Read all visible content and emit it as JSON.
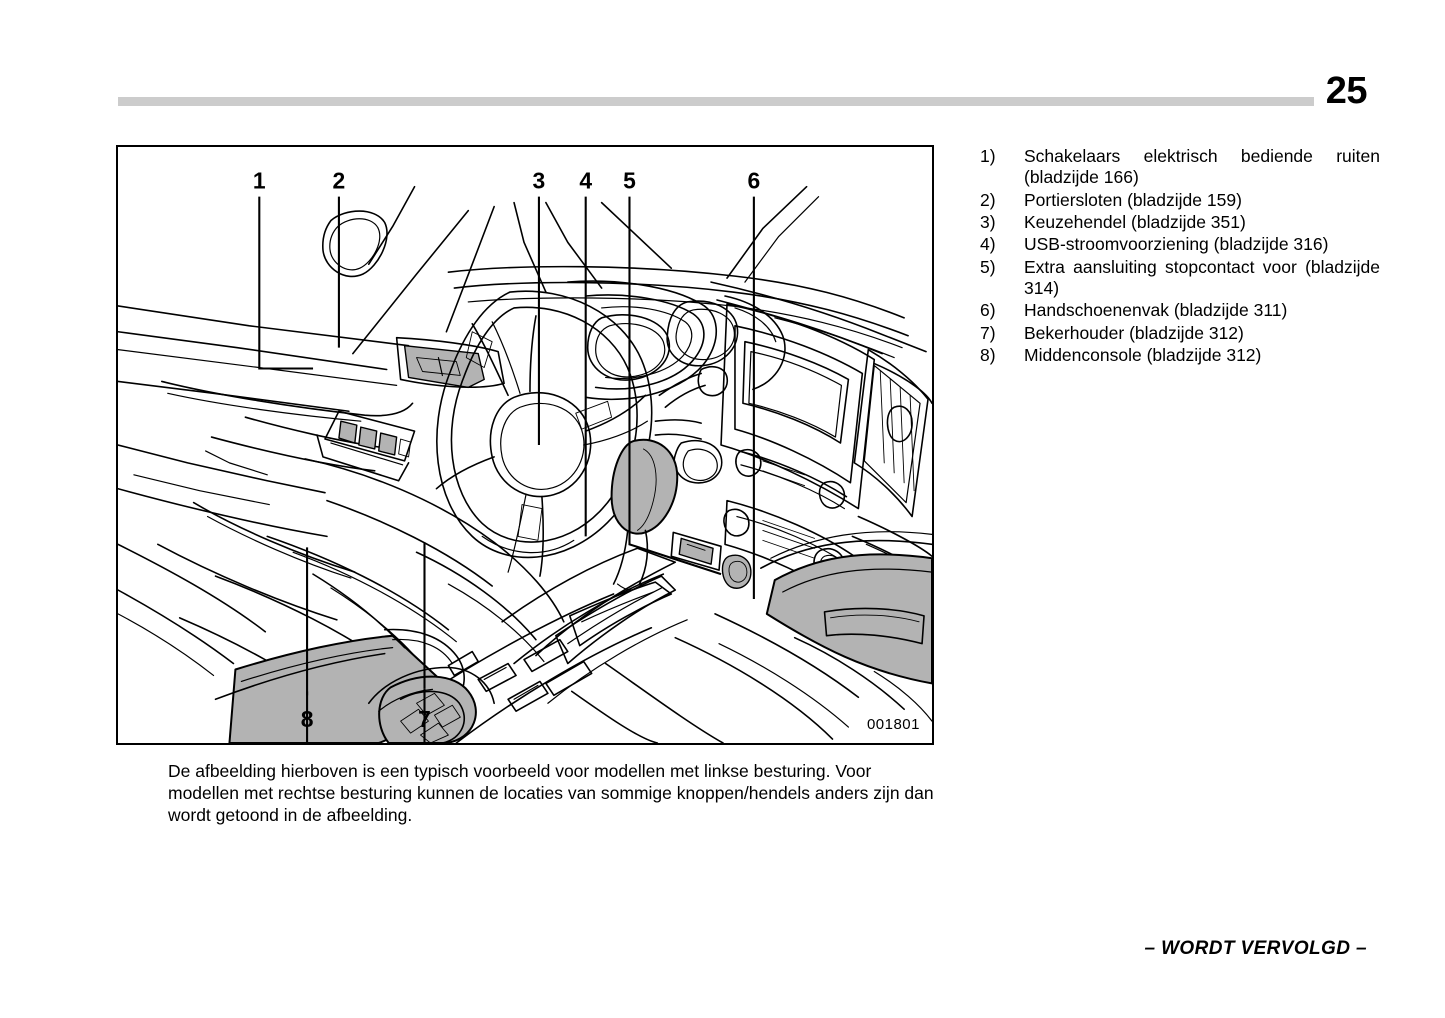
{
  "page": {
    "number": "25",
    "footer_note": "– WORDT VERVOLGD –"
  },
  "figure": {
    "id_code": "001801",
    "caption": "De afbeelding hierboven is een typisch voorbeeld voor modellen met linkse besturing. Voor modellen met rechtse besturing kunnen de locaties van sommige knoppen/hendels anders zijn dan wordt getoond in de afbeelding.",
    "callouts": [
      {
        "label": "1",
        "target": "power-window-switches"
      },
      {
        "label": "2",
        "target": "door-locks"
      },
      {
        "label": "3",
        "target": "select-lever"
      },
      {
        "label": "4",
        "target": "usb-power-supply"
      },
      {
        "label": "5",
        "target": "accessory-power-outlet-front"
      },
      {
        "label": "6",
        "target": "glove-box"
      },
      {
        "label": "7",
        "target": "cup-holder"
      },
      {
        "label": "8",
        "target": "center-console"
      }
    ]
  },
  "legend": {
    "items": [
      {
        "marker": "1)",
        "text": "Schakelaars elektrisch bediende ruiten (bladzijde 166)",
        "justify": true
      },
      {
        "marker": "2)",
        "text": "Portiersloten (bladzijde 159)",
        "justify": false
      },
      {
        "marker": "3)",
        "text": "Keuzehendel (bladzijde 351)",
        "justify": false
      },
      {
        "marker": "4)",
        "text": "USB-stroomvoorziening (bladzijde 316)",
        "justify": false
      },
      {
        "marker": "5)",
        "text": "Extra aansluiting stopcontact voor (bladzijde 314)",
        "justify": true
      },
      {
        "marker": "6)",
        "text": "Handschoenenvak (bladzijde 311)",
        "justify": false
      },
      {
        "marker": "7)",
        "text": "Bekerhouder (bladzijde 312)",
        "justify": false
      },
      {
        "marker": "8)",
        "text": "Middenconsole (bladzijde 312)",
        "justify": false
      }
    ]
  },
  "colors": {
    "rule_gray": "#cccccc",
    "highlight_gray": "#b3b3b3",
    "ink": "#000000",
    "paper": "#ffffff"
  }
}
